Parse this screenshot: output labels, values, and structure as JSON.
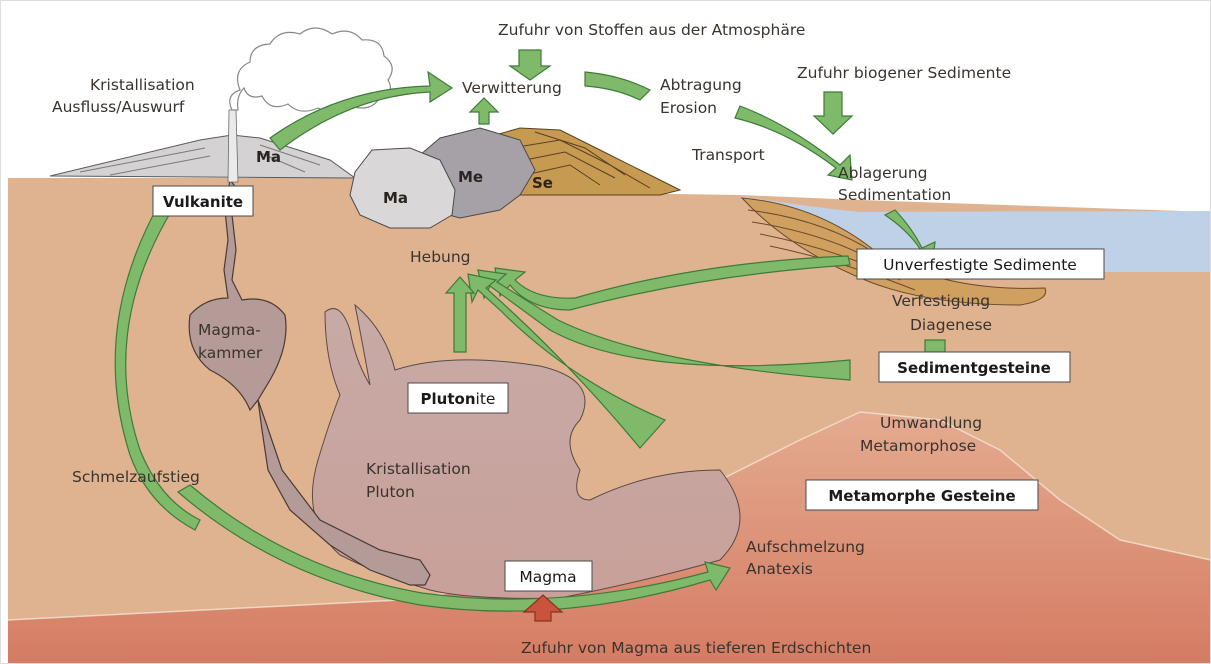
{
  "labels": {
    "atmosphere_input": "Zufuhr von Stoffen aus der Atmosphäre",
    "kristallisation_top": "Kristallisation",
    "ausfluss": "Ausfluss/Auswurf",
    "verwitterung": "Verwitterung",
    "abtragung": "Abtragung",
    "erosion": "Erosion",
    "biogen": "Zufuhr biogener Sedimente",
    "transport": "Transport",
    "ablagerung": "Ablagerung",
    "sedimentation": "Sedimentation",
    "hebung": "Hebung",
    "verfestigung": "Verfestigung",
    "diagenese": "Diagenese",
    "magmakammer_1": "Magma-",
    "magmakammer_2": "kammer",
    "umwandlung": "Umwandlung",
    "metamorphose": "Metamorphose",
    "kristallisation_pluton_1": "Kristallisation",
    "kristallisation_pluton_2": "Pluton",
    "schmelzaufstieg": "Schmelzaufstieg",
    "aufschmelzung": "Aufschmelzung",
    "anatexis": "Anatexis",
    "magma_input": "Zufuhr von Magma aus tieferen Erdschichten"
  },
  "rock_labels": {
    "ma_volcano": "Ma",
    "ma": "Ma",
    "me": "Me",
    "se": "Se"
  },
  "boxes": {
    "vulkanite": "Vulkanite",
    "plutonite_bold": "Pluton",
    "plutonite_rest": "ite",
    "unverfestigte": "Unverfestigte Sedimente",
    "sedimentgesteine": "Sedimentgesteine",
    "metamorphe": "Metamorphe Gesteine",
    "magma": "Magma"
  },
  "colors": {
    "crust": "#dfb38f",
    "sea": "#bfd1e6",
    "arrow_green": "#7fba6a",
    "arrow_red": "#c9533c",
    "magma_body": "#c9a7a0",
    "metamorphic_zone": "#d98a72",
    "sediment_layers": "#cfa060"
  }
}
